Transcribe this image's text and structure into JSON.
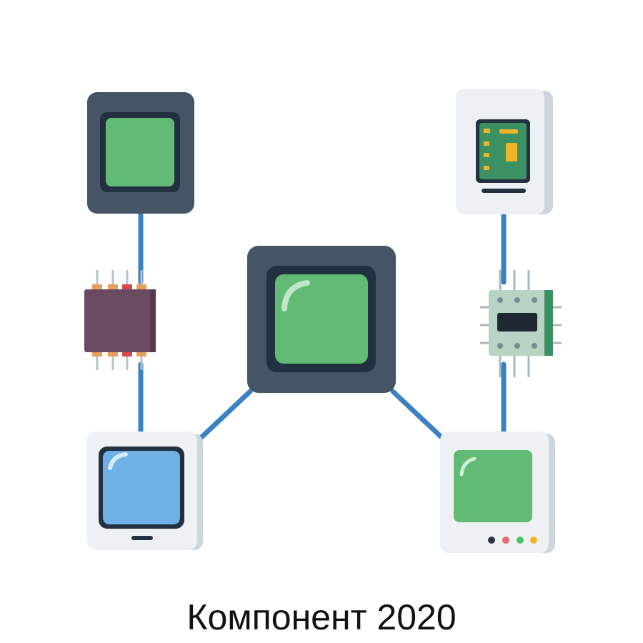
{
  "caption": "Компонент 2020",
  "colors": {
    "background": "#ffffff",
    "connector": "#3b82c4",
    "dark_frame": "#465566",
    "dark_inner": "#233040",
    "screen_green": "#62bb74",
    "screen_blue": "#6fb0e6",
    "light_frame": "#eef1f4",
    "light_edge": "#cdd5de",
    "ic_body": "#6b4b62",
    "module_board": "#b7d3c4"
  },
  "nodes": [
    {
      "id": "top-left",
      "icon": "dark-square-chip-icon"
    },
    {
      "id": "center",
      "icon": "large-processor-icon"
    },
    {
      "id": "top-right",
      "icon": "tablet-device-icon"
    },
    {
      "id": "bottom-left",
      "icon": "monitor-blue-screen-icon"
    },
    {
      "id": "bottom-right",
      "icon": "green-screen-terminal-icon"
    },
    {
      "id": "mid-left",
      "icon": "dip-ic-chip-icon"
    },
    {
      "id": "mid-right",
      "icon": "sensor-module-icon"
    }
  ],
  "indicator_colors": [
    "#2a3442",
    "#e86a72",
    "#4fbf6b",
    "#f0b429"
  ]
}
